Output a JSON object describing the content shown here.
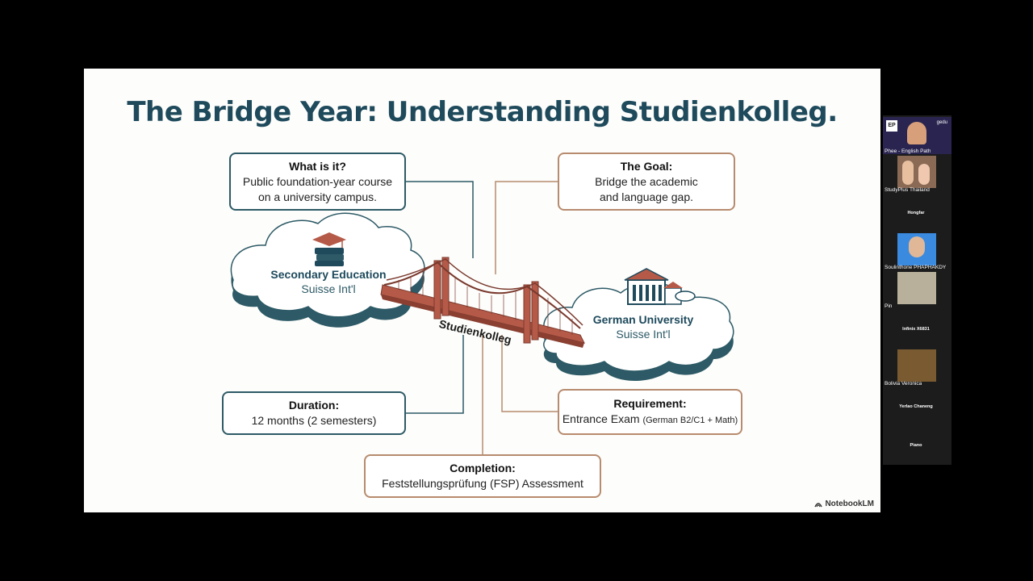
{
  "slide": {
    "title": "The Bridge Year: Understanding Studienkolleg.",
    "what_is_it": {
      "heading": "What is it?",
      "line1": "Public foundation-year course",
      "line2": "on a university campus."
    },
    "goal": {
      "heading": "The Goal:",
      "line1": "Bridge the academic",
      "line2": "and language gap."
    },
    "secondary": {
      "title": "Secondary Education",
      "subtitle": "Suisse Int'l"
    },
    "university": {
      "title": "German University",
      "subtitle": "Suisse Int'l"
    },
    "bridge_label": "Studienkolleg",
    "duration": {
      "heading": "Duration:",
      "text": "12 months (2 semesters)"
    },
    "requirement": {
      "heading": "Requirement:",
      "text": "Entrance Exam",
      "detail": "(German B2/C1 + Math)"
    },
    "completion": {
      "heading": "Completion:",
      "text": "Feststellungsprüfung (FSP) Assessment"
    },
    "brand": "NotebookLM",
    "colors": {
      "teal": "#2d5a66",
      "brown": "#b78b6e",
      "bridge": "#b55a48",
      "cloud_edge": "#2d5a66"
    }
  },
  "participants": [
    {
      "name": "Phee - English Path",
      "logo_left": "EP",
      "logo_right": "gedu"
    },
    {
      "name": "StudyPlus Thailand"
    },
    {
      "name": "Hongfar"
    },
    {
      "name": "Soulinthone PHAPHAKDY"
    },
    {
      "name": "Pin"
    },
    {
      "name": "Infinix X6831"
    },
    {
      "name": "Bolivia Veronica"
    },
    {
      "name": "Yerlao Chaneng"
    },
    {
      "name": "Piano"
    }
  ]
}
